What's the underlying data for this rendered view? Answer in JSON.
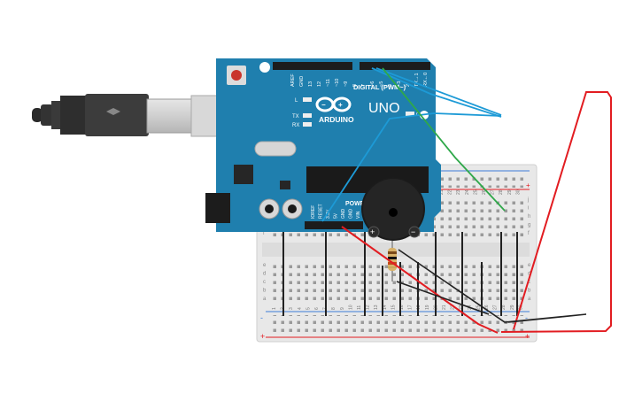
{
  "board": {
    "logo_text": "ARDUINO",
    "model_text": "UNO",
    "digital_label": "DIGITAL (PWM~)",
    "power_label": "POWER",
    "on_label": "ON",
    "led_l": "L",
    "led_tx": "TX",
    "led_rx": "RX",
    "top_pins": [
      "AREF",
      "GND",
      "13",
      "12",
      "~11",
      "~10",
      "~9",
      "8",
      "7",
      "~6",
      "~5",
      "4",
      "~3",
      "2",
      "TX→1",
      "RX←0"
    ],
    "power_pins": [
      "IOREF",
      "RESET",
      "3.3V",
      "5V",
      "GND",
      "GND",
      "VIN"
    ]
  },
  "breadboard": {
    "columns": [
      "1",
      "2",
      "3",
      "4",
      "5",
      "6",
      "7",
      "8",
      "9",
      "10",
      "11",
      "12",
      "13",
      "14",
      "15",
      "16",
      "17",
      "18",
      "19",
      "20",
      "21",
      "22",
      "23",
      "24",
      "25",
      "26",
      "27",
      "28",
      "29",
      "30"
    ],
    "rows_top": [
      "j",
      "i",
      "h",
      "g",
      "f"
    ],
    "rows_bottom": [
      "e",
      "d",
      "c",
      "b",
      "a"
    ],
    "rail_minus": "-",
    "rail_plus": "+"
  },
  "buzzer": {
    "plus_label": "+",
    "minus_label": "−"
  },
  "colors": {
    "board": "#1f7fae",
    "wire_blue": "#1d9ad6",
    "wire_green": "#2fa84a",
    "wire_red": "#e21c21",
    "wire_black": "#222222"
  }
}
